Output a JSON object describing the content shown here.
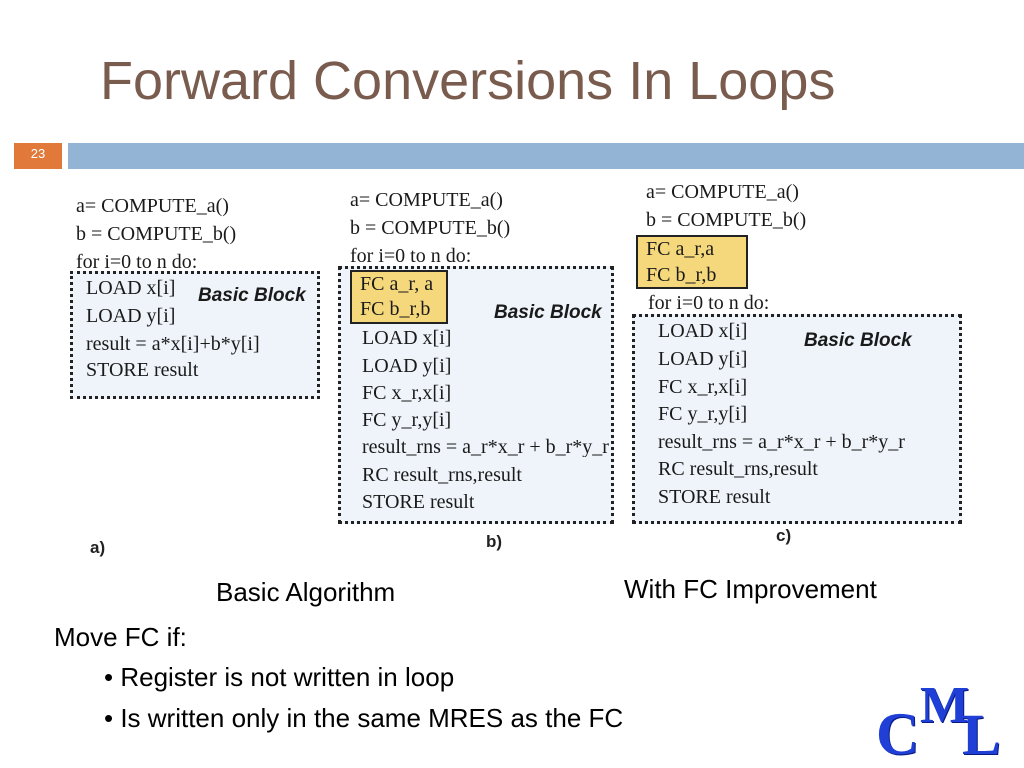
{
  "slide": {
    "title": "Forward Conversions In Loops",
    "number": "23"
  },
  "panel_a": {
    "pre_lines": [
      "a= COMPUTE_a()",
      "b = COMPUTE_b()",
      "for i=0 to n do:"
    ],
    "block_label": "Basic Block",
    "block_lines": [
      "LOAD x[i]",
      "LOAD y[i]",
      "result = a*x[i]+b*y[i]",
      "STORE result"
    ],
    "label": "a)"
  },
  "panel_b": {
    "pre_lines": [
      "a= COMPUTE_a()",
      "b = COMPUTE_b()",
      "for i=0 to n do:"
    ],
    "fc_lines": [
      "FC a_r, a",
      "FC b_r,b"
    ],
    "block_label": "Basic Block",
    "block_lines": [
      "LOAD x[i]",
      "LOAD y[i]",
      "FC x_r,x[i]",
      "FC y_r,y[i]",
      "result_rns = a_r*x_r + b_r*y_r",
      "RC result_rns,result",
      "STORE result"
    ],
    "label": "b)"
  },
  "panel_c": {
    "pre_lines": [
      "a= COMPUTE_a()",
      "b = COMPUTE_b()"
    ],
    "fc_lines": [
      "FC a_r,a",
      "FC b_r,b"
    ],
    "loop_line": "for i=0 to n do:",
    "block_label": "Basic Block",
    "block_lines": [
      "LOAD x[i]",
      "LOAD y[i]",
      "FC x_r,x[i]",
      "FC y_r,y[i]",
      "result_rns = a_r*x_r + b_r*y_r",
      "RC result_rns,result",
      "STORE result"
    ],
    "label": "c)"
  },
  "captions": {
    "left": "Basic Algorithm",
    "right": "With FC Improvement"
  },
  "notes": {
    "heading": "Move FC if:",
    "bullets": [
      "• Register is not written in loop",
      "• Is written only in the same MRES as the FC"
    ]
  },
  "logo": {
    "letters": [
      "C",
      "M",
      "L"
    ],
    "color": "#1f3fd6"
  },
  "colors": {
    "title": "#7a5c4f",
    "accent_orange": "#e0793a",
    "accent_blue": "#93b4d4",
    "fc_highlight": "#f5d87c",
    "block_fill": "#eef4fa"
  }
}
